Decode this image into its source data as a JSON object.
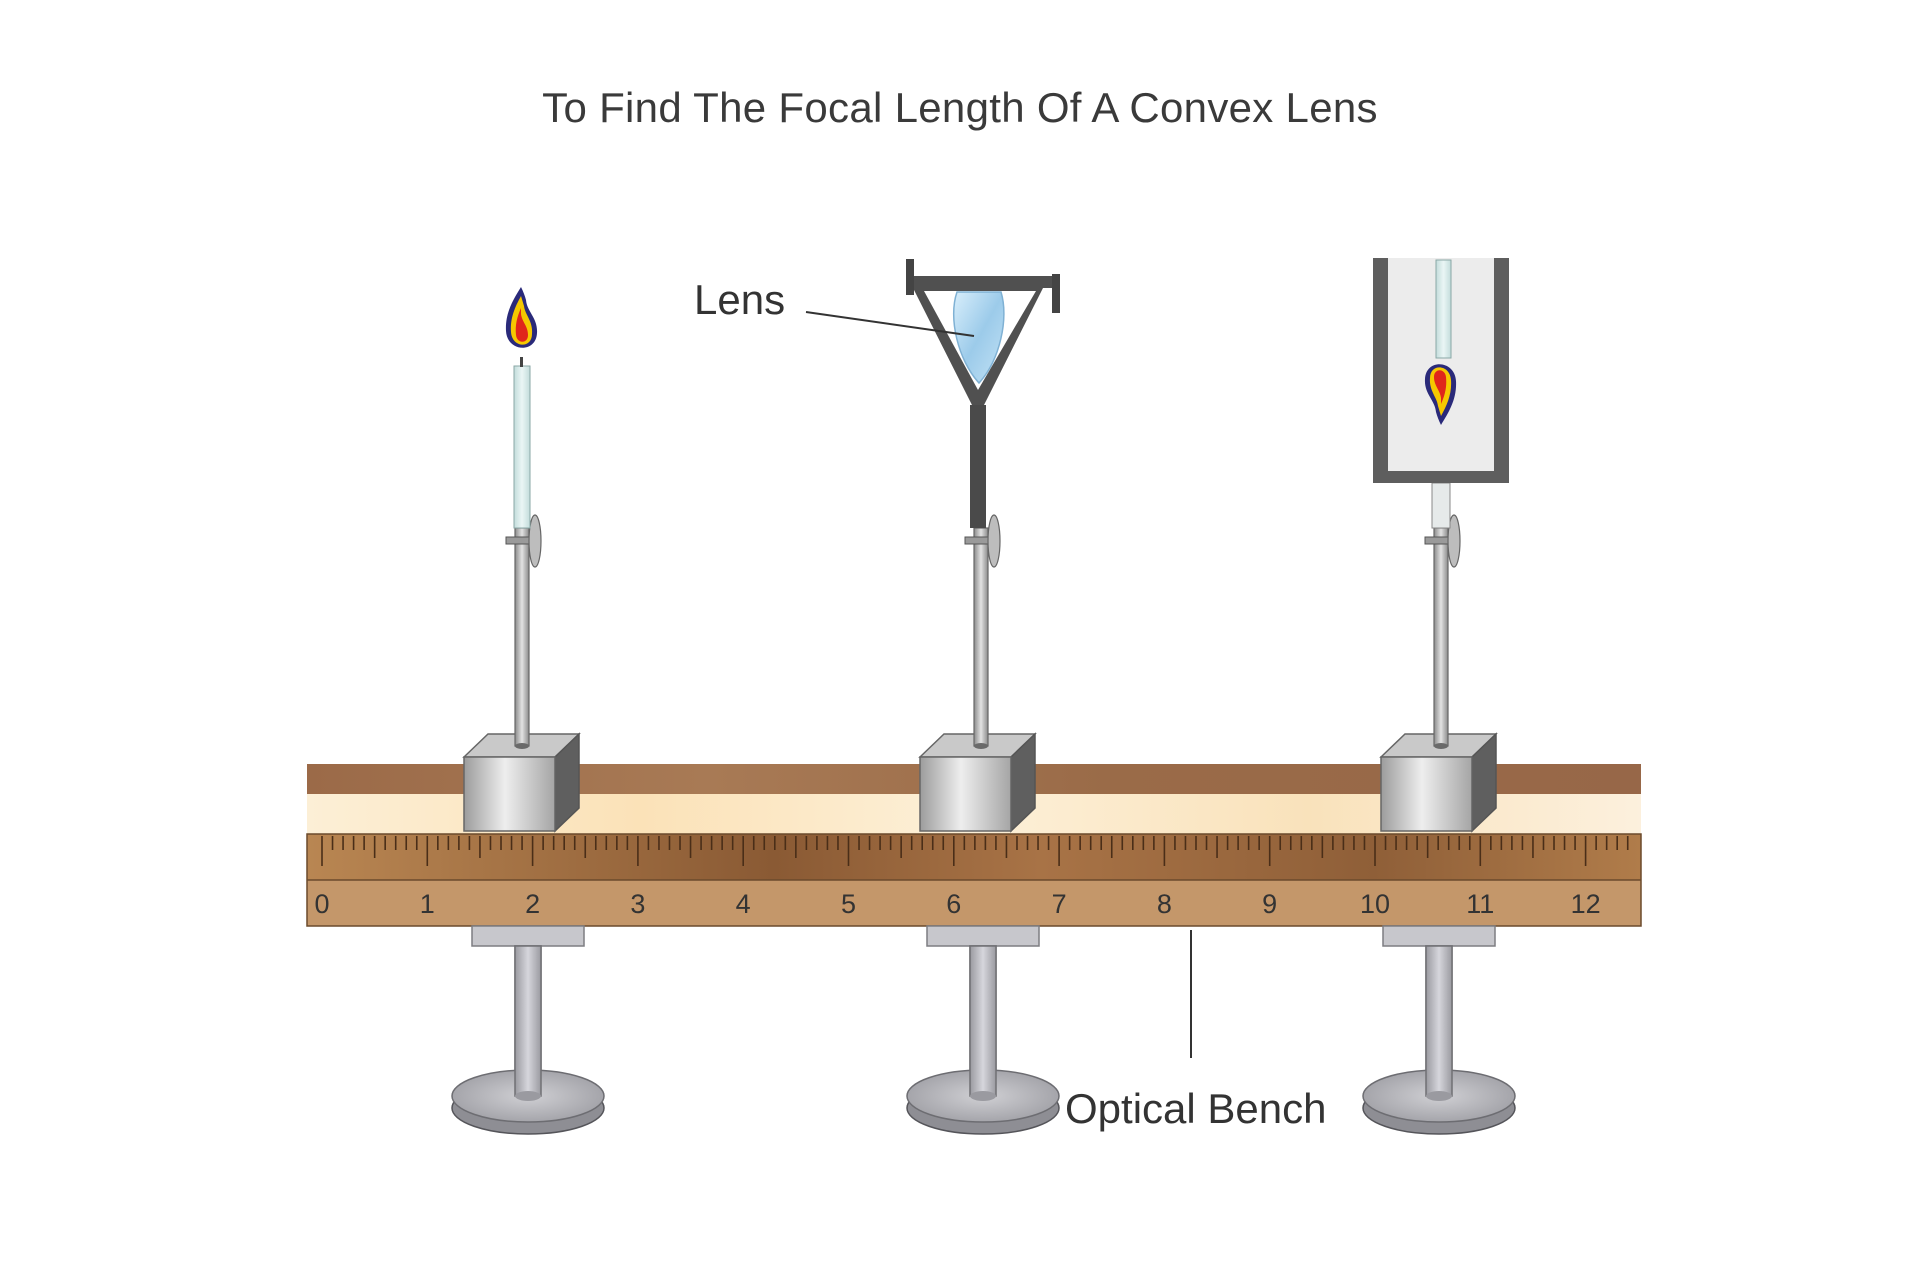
{
  "title": "To Find The Focal Length Of A Convex Lens",
  "labels": {
    "lens": "Lens",
    "optical_bench": "Optical Bench"
  },
  "scale": {
    "tick_numbers": [
      "0",
      "1",
      "2",
      "3",
      "4",
      "5",
      "6",
      "7",
      "8",
      "9",
      "10",
      "11",
      "12"
    ]
  },
  "colors": {
    "flame_outer": "#2a2a7a",
    "flame_mid": "#f5c800",
    "flame_inner": "#e0261b",
    "candle": "#d4e9e8",
    "wood_dark": "#9a6a45",
    "wood_light": "#fbe9c8",
    "ruler": "#c3986a",
    "metal": "#b4b4b4",
    "lens": "#a8d4f0"
  },
  "icons": {
    "candle": "candle-icon",
    "lens": "lens-icon",
    "screen": "screen-icon"
  }
}
